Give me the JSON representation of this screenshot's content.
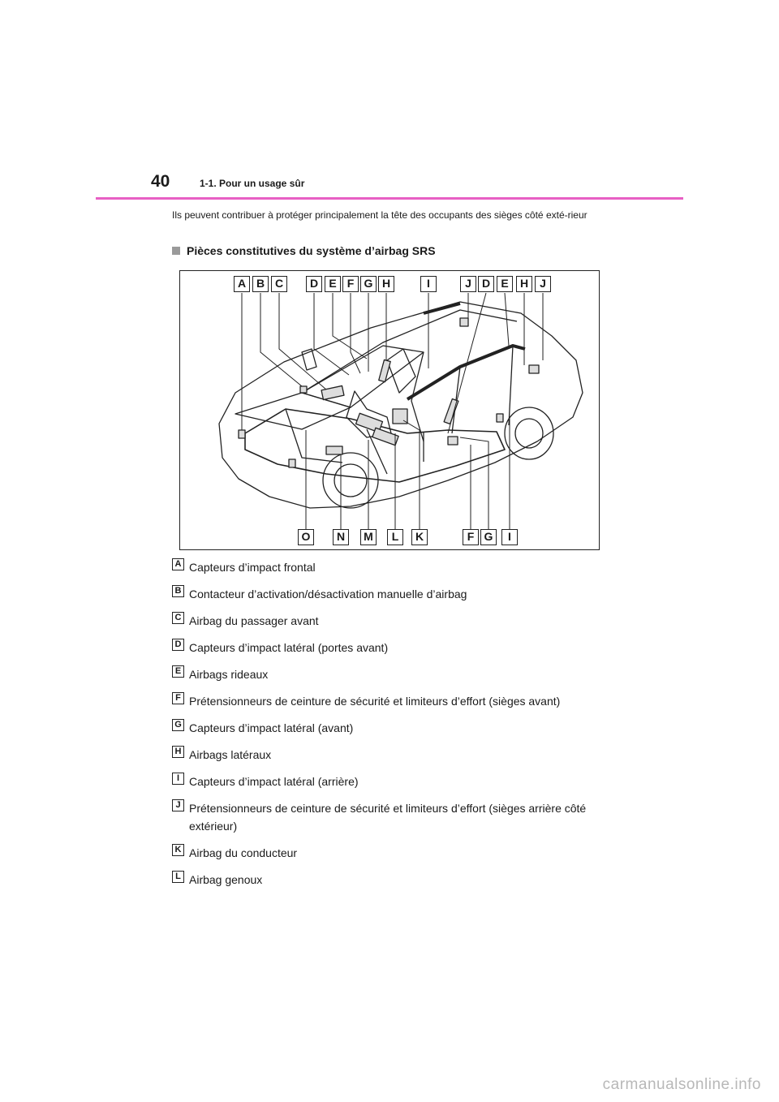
{
  "header": {
    "page_number": "40",
    "section": "1-1. Pour un usage sûr",
    "accent_color": "#e85fc4"
  },
  "intro_text": "Ils peuvent contribuer à protéger principalement la tête des occupants des sièges côté exté-rieur",
  "subheading": "Pièces constitutives du système d’airbag SRS",
  "diagram": {
    "top_labels": [
      "A",
      "B",
      "C",
      "D",
      "E",
      "F",
      "G",
      "H",
      "I",
      "J",
      "D",
      "E",
      "H",
      "J"
    ],
    "bottom_labels": [
      "O",
      "N",
      "M",
      "L",
      "K",
      "F",
      "G",
      "I"
    ]
  },
  "legend": [
    {
      "key": "A",
      "text": "Capteurs d’impact frontal"
    },
    {
      "key": "B",
      "text": "Contacteur d’activation/désactivation manuelle d’airbag"
    },
    {
      "key": "C",
      "text": "Airbag du passager avant"
    },
    {
      "key": "D",
      "text": "Capteurs d’impact latéral (portes avant)"
    },
    {
      "key": "E",
      "text": "Airbags rideaux"
    },
    {
      "key": "F",
      "text": "Prétensionneurs de ceinture de sécurité et limiteurs d’effort (sièges avant)"
    },
    {
      "key": "G",
      "text": "Capteurs d’impact latéral (avant)"
    },
    {
      "key": "H",
      "text": "Airbags latéraux"
    },
    {
      "key": "I",
      "text": "Capteurs d’impact latéral (arrière)"
    },
    {
      "key": "J",
      "text": "Prétensionneurs de ceinture de sécurité et limiteurs d’effort (sièges arrière côté extérieur)"
    },
    {
      "key": "K",
      "text": "Airbag du conducteur"
    },
    {
      "key": "L",
      "text": "Airbag genoux"
    }
  ],
  "watermark": "carmanualsonline.info"
}
